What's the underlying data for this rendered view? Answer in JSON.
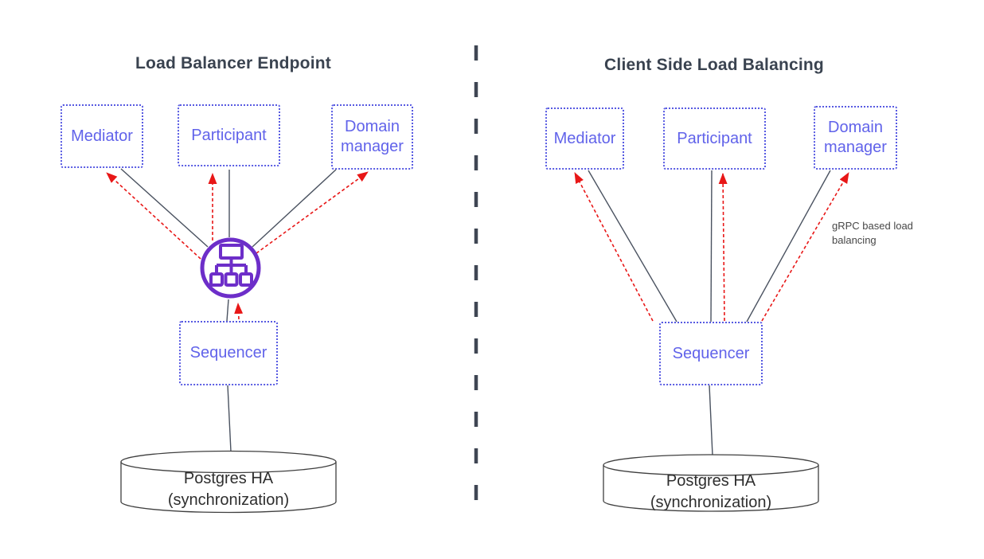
{
  "diagram": {
    "kind": "architecture-comparison",
    "left_panel": {
      "title": "Load Balancer Endpoint",
      "nodes": {
        "mediator": "Mediator",
        "participant": "Participant",
        "domain_manager": "Domain manager",
        "sequencer": "Sequencer"
      },
      "load_balancer_icon": "network-load-balancer-icon",
      "database": {
        "name": "Postgres HA",
        "note": "(synchronization)"
      }
    },
    "right_panel": {
      "title": "Client Side Load Balancing",
      "nodes": {
        "mediator": "Mediator",
        "participant": "Participant",
        "domain_manager": "Domain manager",
        "sequencer": "Sequencer"
      },
      "annotation": "gRPC based load balancing",
      "database": {
        "name": "Postgres HA",
        "note": "(synchronization)"
      }
    },
    "colors": {
      "node_border": "#575ae2",
      "node_text": "#6163ea",
      "connector_line": "#4a5260",
      "traffic_arrow_red": "#e81717",
      "load_balancer_purple": "#6d2ec9",
      "title_text": "#3a4350",
      "divider": "#3f4653",
      "database_stroke": "#3f3f3f",
      "annotation_text": "#474747"
    }
  }
}
